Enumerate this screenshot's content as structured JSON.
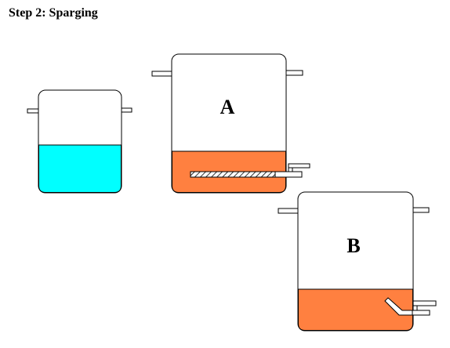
{
  "title": "Step 2: Sparging",
  "colors": {
    "water": "#00ffff",
    "wort": "#ff8040",
    "outline": "#000000",
    "pot_fill": "#ffffff"
  },
  "pots": [
    {
      "id": "water-pot",
      "label": "",
      "contents": "water"
    },
    {
      "id": "pot-a",
      "label": "A",
      "contents": "wort",
      "fitting": "false-bottom manifold with outlet valve"
    },
    {
      "id": "pot-b",
      "label": "B",
      "contents": "wort",
      "fitting": "angled dip tube with outlet valve"
    }
  ]
}
